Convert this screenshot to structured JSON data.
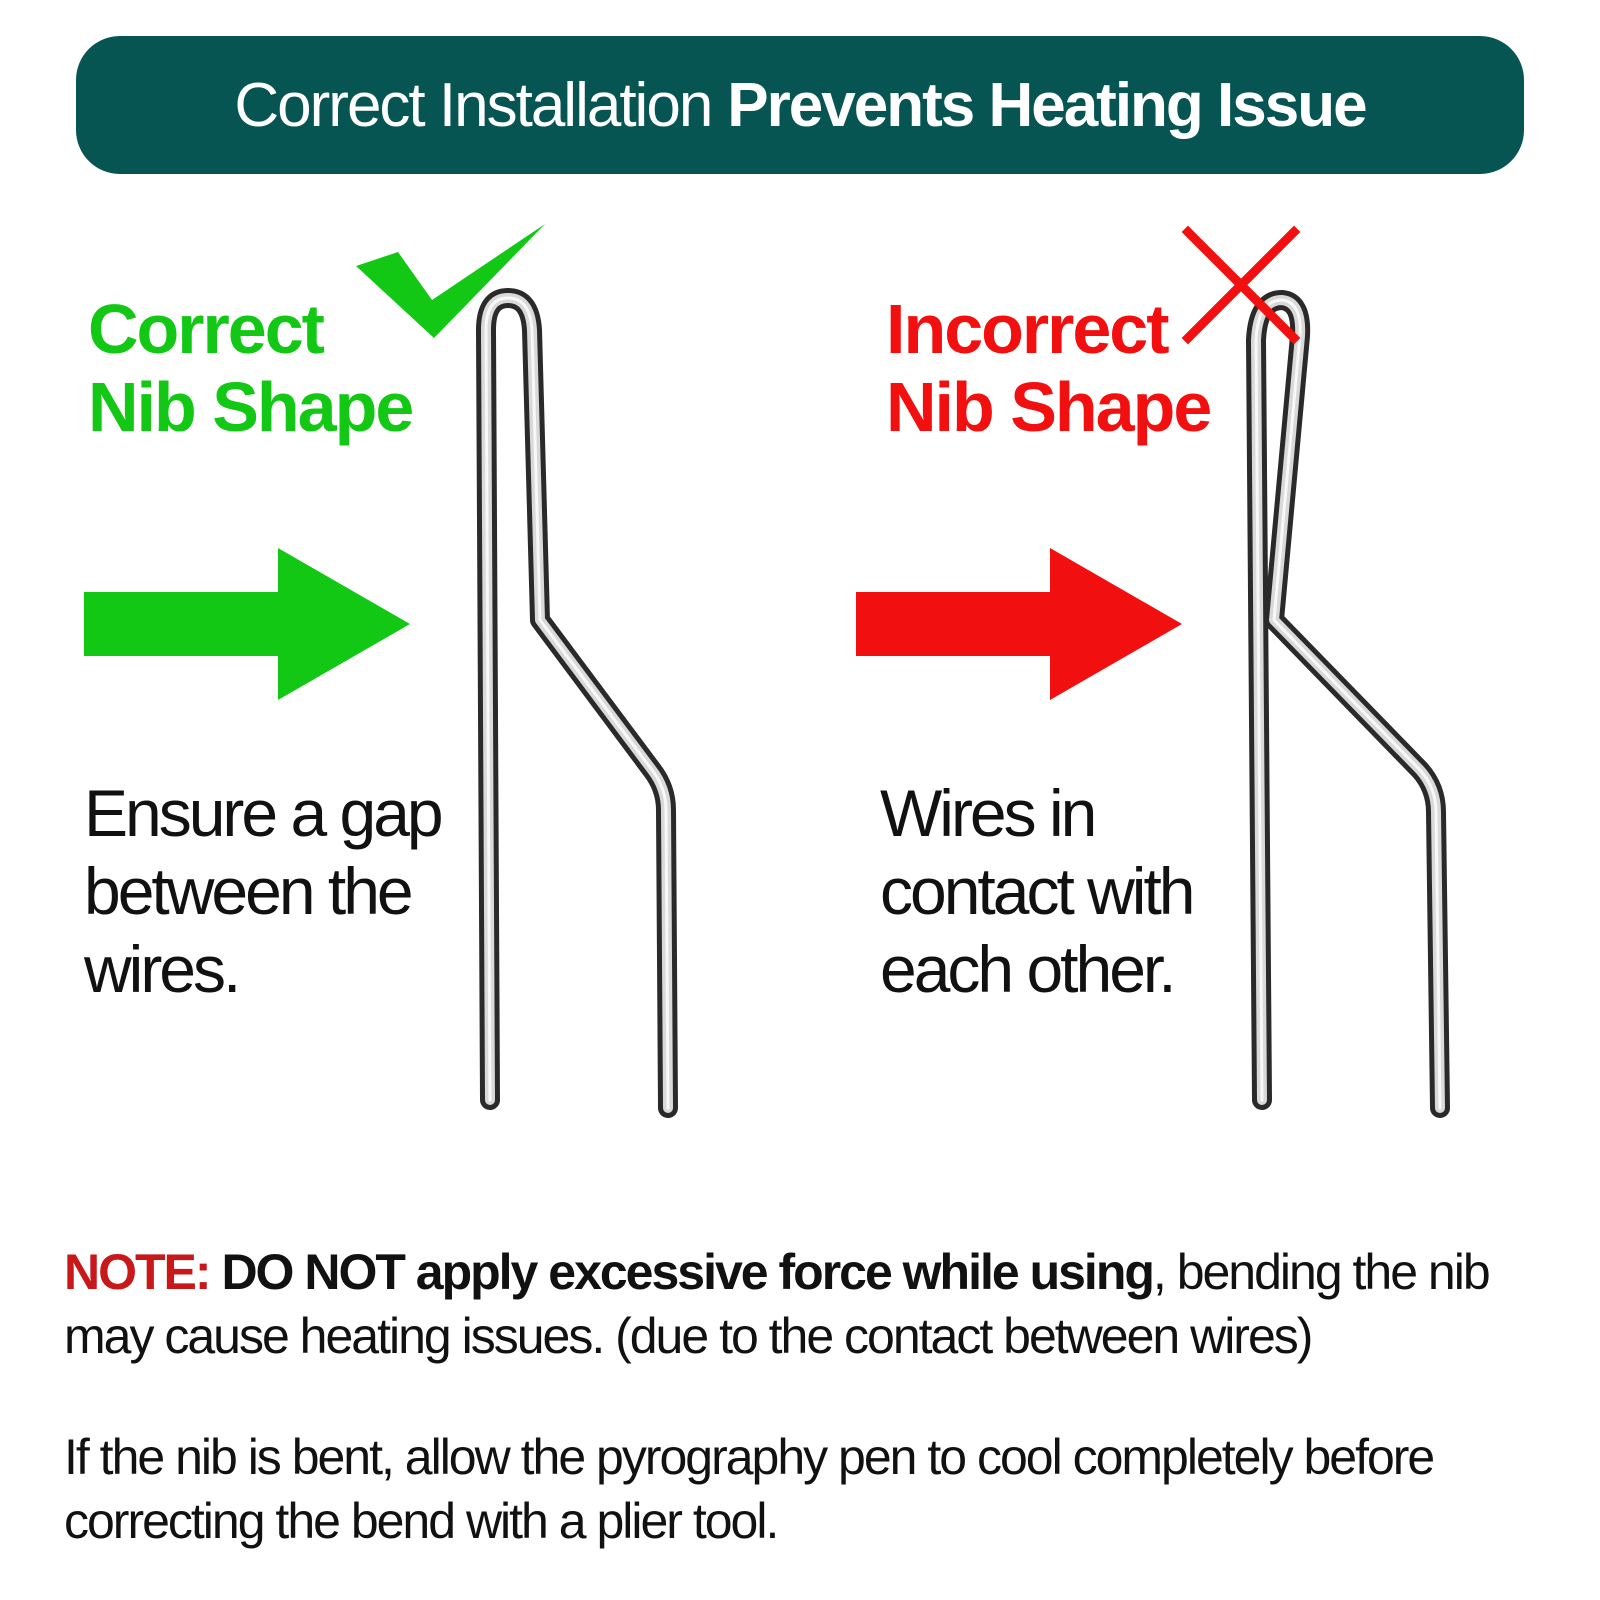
{
  "banner": {
    "title_regular": "Correct Installation",
    "title_bold": "Prevents Heating Issue",
    "background": "#065553"
  },
  "correct": {
    "heading_line1": "Correct",
    "heading_line2": "Nib Shape",
    "description": "Ensure a gap\nbetween the\nwires.",
    "color": "#12c814",
    "mark_icon": "check-mark-icon",
    "arrow_icon": "right-arrow-icon"
  },
  "incorrect": {
    "heading_line1": "Incorrect",
    "heading_line2": "Nib Shape",
    "description": "Wires in\ncontact with\neach other.",
    "color": "#f20f0f",
    "mark_icon": "x-mark-icon",
    "arrow_icon": "right-arrow-icon"
  },
  "note": {
    "label": "NOTE:",
    "emphasis": "DO NOT apply excessive force while using",
    "rest": ", bending the nib may cause heating issues. (due to the contact between wires)"
  },
  "tip": {
    "text": "If the nib is bent, allow the pyrography pen to cool completely before correcting the bend with a plier tool."
  }
}
